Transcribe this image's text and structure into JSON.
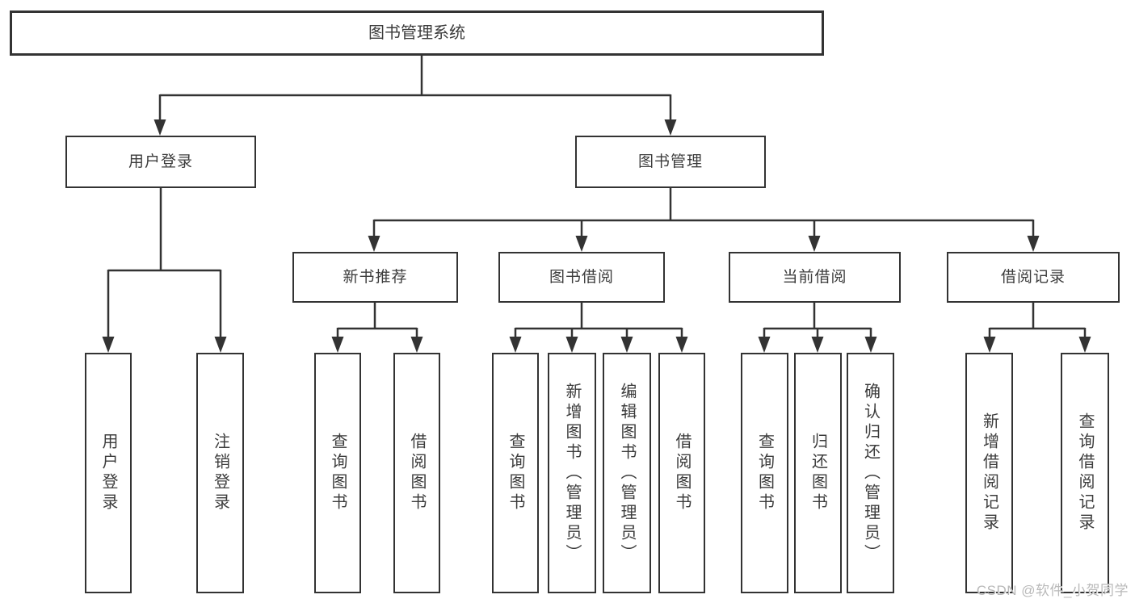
{
  "diagram": {
    "root": {
      "label": "图书管理系统"
    },
    "branches": {
      "user_login": {
        "label": "用户登录",
        "children": [
          "用户登录",
          "注销登录"
        ]
      },
      "book_mgmt": {
        "label": "图书管理",
        "groups": {
          "new_book": {
            "label": "新书推荐",
            "children": [
              "查询图书",
              "借阅图书"
            ]
          },
          "borrow": {
            "label": "图书借阅",
            "children": [
              "查询图书",
              "新增图书（管理员）",
              "编辑图书（管理员）",
              "借阅图书"
            ]
          },
          "current": {
            "label": "当前借阅",
            "children": [
              "查询图书",
              "归还图书",
              "确认归还（管理员）"
            ]
          },
          "records": {
            "label": "借阅记录",
            "children": [
              "新增借阅记录",
              "查询借阅记录"
            ]
          }
        }
      }
    }
  },
  "watermark": "CSDN @软件_小贺同学",
  "colors": {
    "line": "#333333",
    "text": "#3c3c3c",
    "watermark": "#b9b9b9",
    "background": "#ffffff"
  }
}
